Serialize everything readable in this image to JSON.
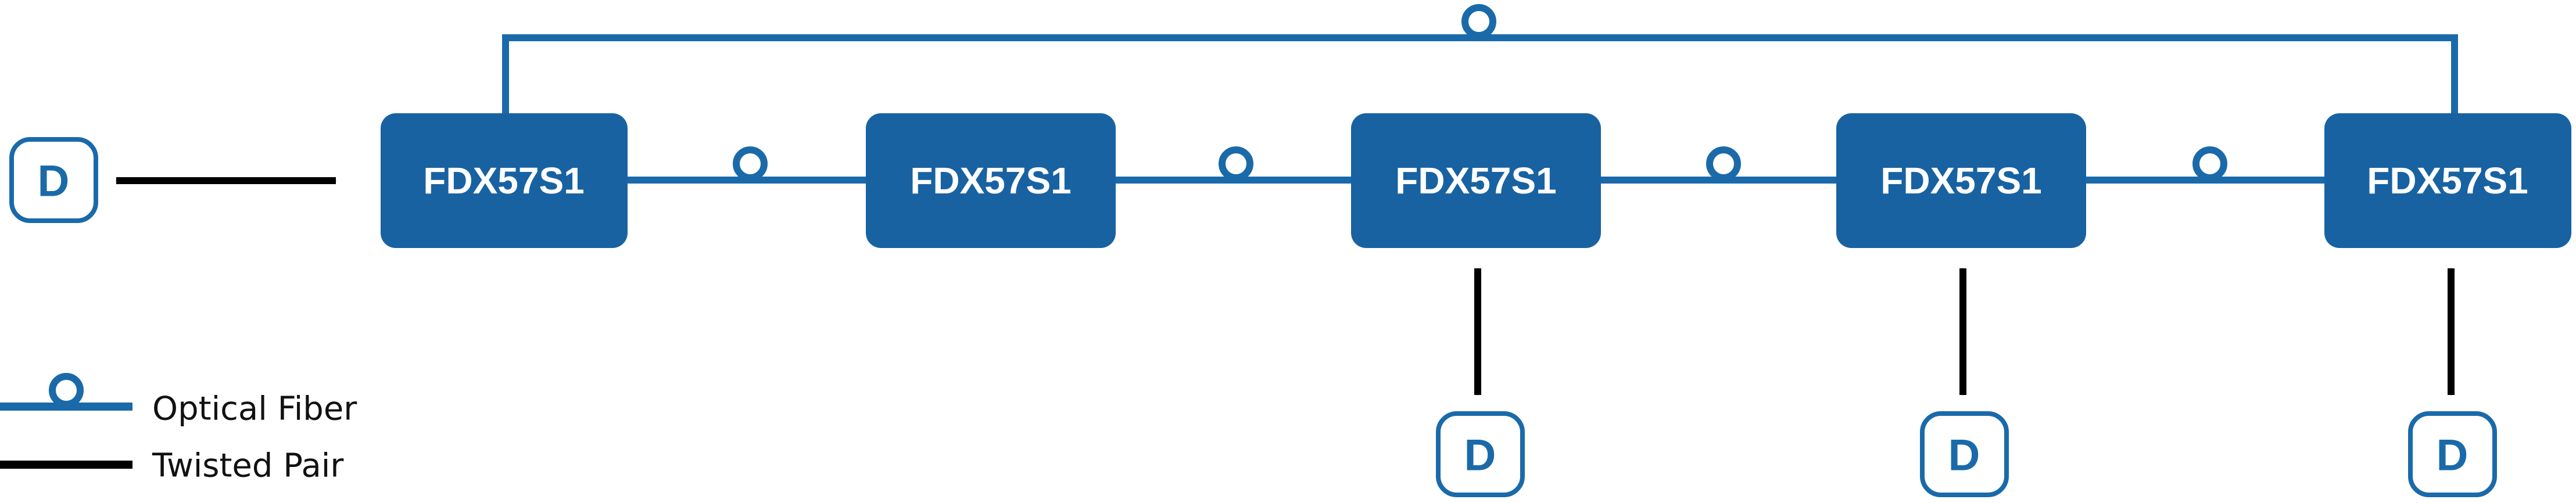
{
  "colors": {
    "fiber": "#1a6aaa",
    "box": "#1862a2",
    "twisted": "#000000",
    "device_border": "#1a6aaa"
  },
  "nodes": [
    {
      "label": "FDX57S1"
    },
    {
      "label": "FDX57S1"
    },
    {
      "label": "FDX57S1"
    },
    {
      "label": "FDX57S1"
    },
    {
      "label": "FDX57S1"
    }
  ],
  "devices": [
    {
      "label": "D"
    },
    {
      "label": "D"
    },
    {
      "label": "D"
    },
    {
      "label": "D"
    }
  ],
  "legend": {
    "fiber_label": "Optical Fiber",
    "twisted_label": "Twisted Pair"
  }
}
